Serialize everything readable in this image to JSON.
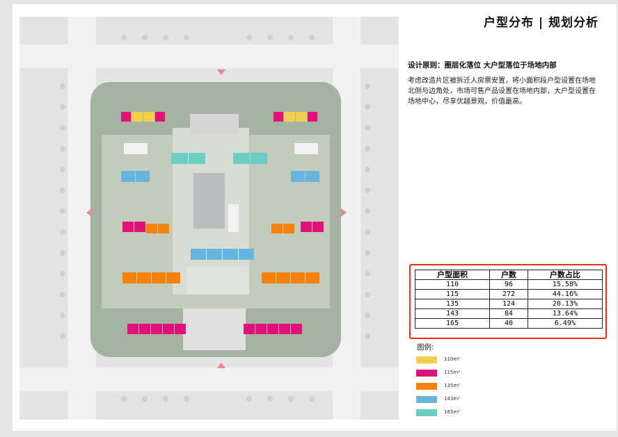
{
  "header": {
    "title": "户型分布 | 规划分析"
  },
  "principle": "设计原则：圈层化落位  大户型落位于场地内部",
  "description": "考虑改造片区被拆迁人房票安置，将小面积段户型设置在场地北侧与边角处，市场可售产品设置在场地内部，大户型设置在场地中心，尽享优越景观，价值最高。",
  "colors": {
    "c110": "#f0d04e",
    "c115": "#e0127a",
    "c135": "#f5820c",
    "c143": "#67b5dc",
    "c165": "#6ccdc4",
    "highlight_frame": "#e53020"
  },
  "table": {
    "headers": [
      "户型面积",
      "户数",
      "户数占比"
    ],
    "rows": [
      [
        "110",
        "96",
        "15.58%"
      ],
      [
        "115",
        "272",
        "44.16%"
      ],
      [
        "135",
        "124",
        "20.13%"
      ],
      [
        "143",
        "84",
        "13.64%"
      ],
      [
        "165",
        "40",
        "6.49%"
      ]
    ]
  },
  "legend": {
    "title": "图例:",
    "items": [
      {
        "label": "110m²",
        "color": "#f0d04e"
      },
      {
        "label": "115m²",
        "color": "#e0127a"
      },
      {
        "label": "135m²",
        "color": "#f5820c"
      },
      {
        "label": "143m²",
        "color": "#67b5dc"
      },
      {
        "label": "165m²",
        "color": "#6ccdc4"
      }
    ]
  }
}
